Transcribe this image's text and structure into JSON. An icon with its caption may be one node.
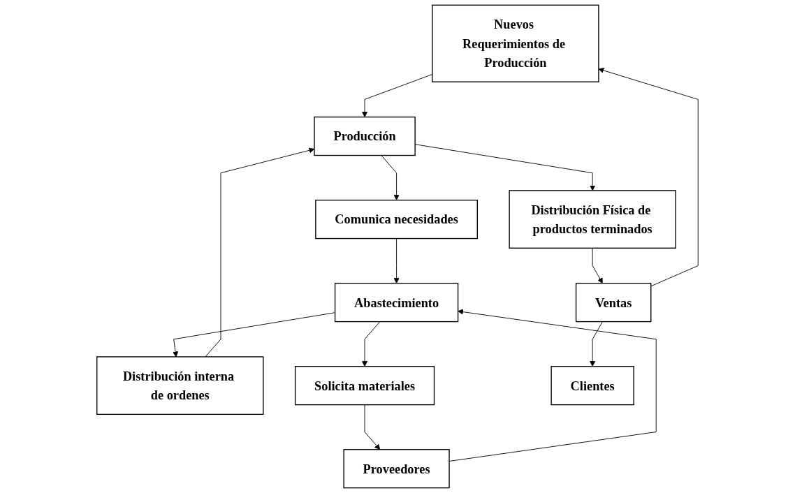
{
  "diagram": {
    "nodes": [
      {
        "text": [
          "Nuevos Requerimientos de Producción"
        ]
      },
      {
        "text": [
          "Producción"
        ]
      },
      {
        "text": [
          "Comunica necesidades"
        ]
      },
      {
        "text": [
          "Ventas"
        ]
      },
      {
        "text": [
          "Distribución Física de productos terminados"
        ]
      },
      {
        "text": [
          "Distribución interna de ordenes"
        ]
      },
      {
        "text": [
          "Abastecimiento"
        ]
      },
      {
        "text": [
          "Solicita materiales"
        ]
      },
      {
        "text": [
          "Clientes"
        ]
      },
      {
        "text": [
          "Proveedores"
        ]
      }
    ],
    "edges": [
      {
        "from": 0,
        "to": 1,
        "arrow": "to"
      },
      {
        "from": 1,
        "to": 2,
        "arrow": "to"
      },
      {
        "from": 1,
        "to": 4,
        "arrow": "to"
      },
      {
        "from": 4,
        "to": 3,
        "arrow": "to"
      },
      {
        "from": 3,
        "to": 0,
        "arrow": "to"
      },
      {
        "from": 3,
        "to": 8,
        "arrow": "to"
      },
      {
        "from": 5,
        "to": 1,
        "arrow": "to"
      },
      {
        "from": 2,
        "to": 6,
        "arrow": "to"
      },
      {
        "from": 6,
        "to": 5,
        "arrow": "to"
      },
      {
        "from": 6,
        "to": 7,
        "arrow": "to"
      },
      {
        "from": 7,
        "to": 9,
        "arrow": "to"
      },
      {
        "from": 9,
        "to": 6,
        "arrow": "to"
      }
    ]
  }
}
